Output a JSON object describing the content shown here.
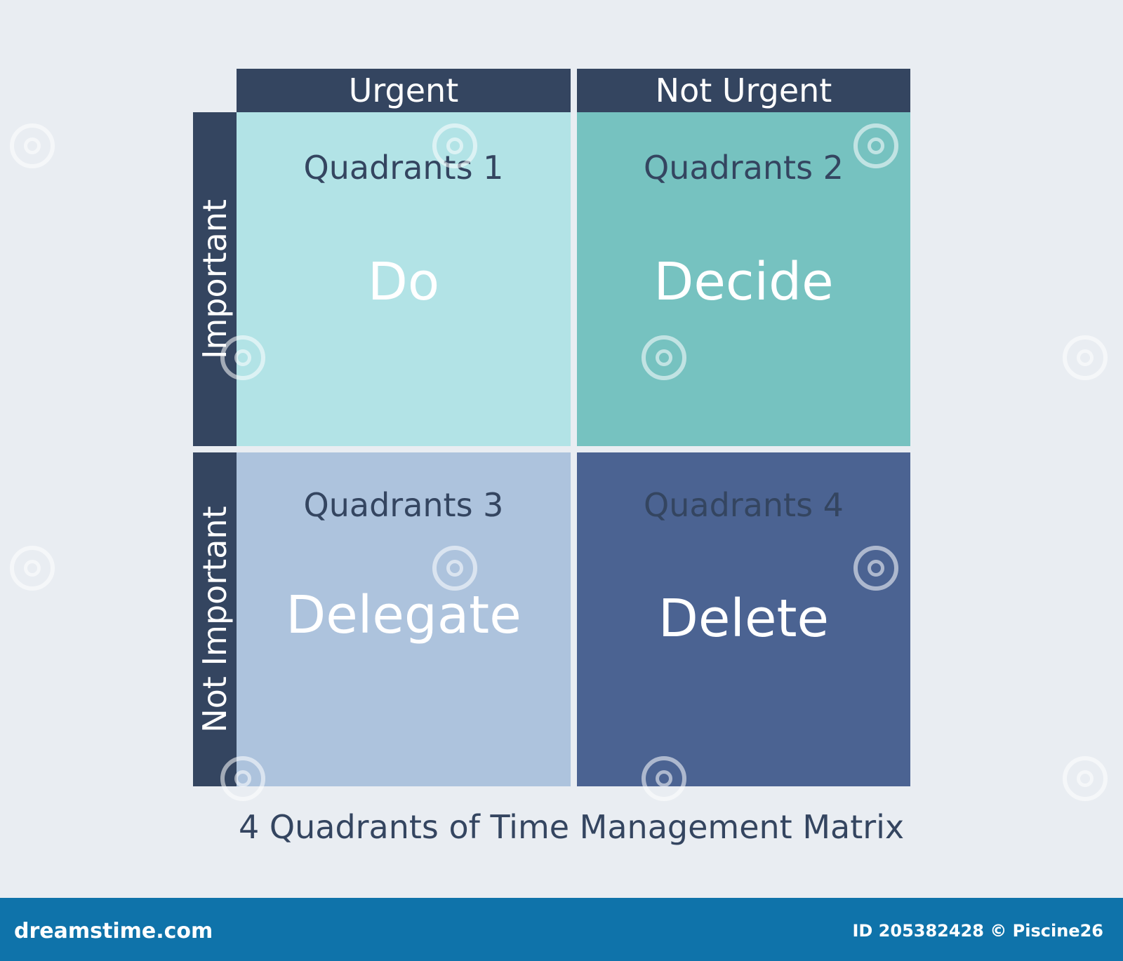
{
  "matrix": {
    "col_headers": [
      "Urgent",
      "Not Urgent"
    ],
    "row_headers": [
      "Important",
      "Not Important"
    ],
    "cells": [
      {
        "quadrant": "Quadrants 1",
        "action": "Do"
      },
      {
        "quadrant": "Quadrants 2",
        "action": "Decide"
      },
      {
        "quadrant": "Quadrants 3",
        "action": "Delegate"
      },
      {
        "quadrant": "Quadrants 4",
        "action": "Delete"
      }
    ]
  },
  "caption": "4 Quadrants of Time Management Matrix",
  "footer": {
    "site": "dreamstime.com",
    "image_id": "ID 205382428 © Piscine26"
  },
  "colors": {
    "header": "#344560",
    "q1": "#b2e3e6",
    "q2": "#76c2c0",
    "q3": "#adc3dd",
    "q4": "#4b6392",
    "footer": "#0f73aa"
  }
}
